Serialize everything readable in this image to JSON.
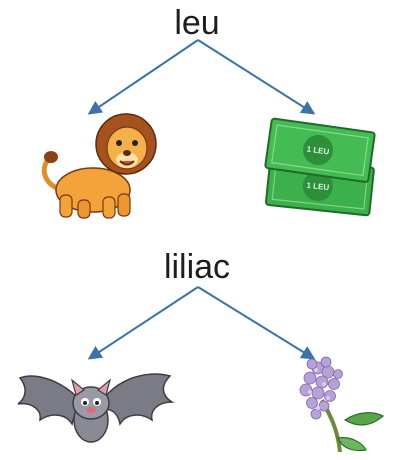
{
  "groups": [
    {
      "word": "leu",
      "meanings": [
        {
          "icon": "lion-icon"
        },
        {
          "icon": "banknotes-icon",
          "banknote_text": "1 LEU"
        }
      ]
    },
    {
      "word": "liliac",
      "meanings": [
        {
          "icon": "bat-icon"
        },
        {
          "icon": "lilac-flower-icon"
        }
      ]
    }
  ],
  "colors": {
    "arrow": "#3b73a8",
    "text": "#1e1e1e",
    "lion_body": "#f2a33a",
    "lion_mane": "#a5521f",
    "banknote": "#3cb04b",
    "bat": "#7b7b85",
    "lilac": "#b7a2d8",
    "leaf": "#5aa54a"
  }
}
